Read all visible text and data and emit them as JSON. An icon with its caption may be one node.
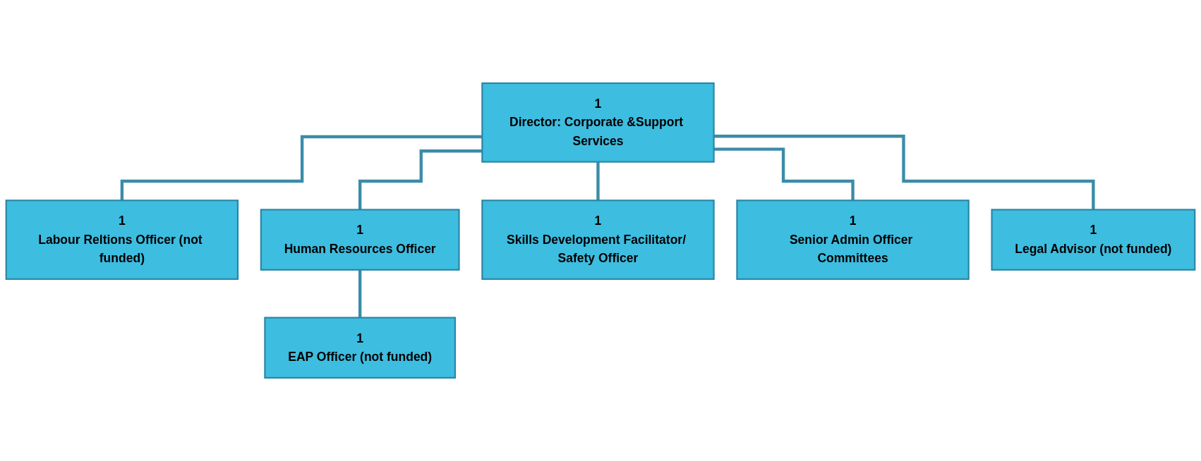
{
  "diagram": {
    "nodes": [
      {
        "text": [
          "1",
          "Director: Corporate &Support Services"
        ]
      },
      {
        "text": [
          "1",
          "Labour Reltions Officer (not funded)"
        ]
      },
      {
        "text": [
          "1",
          "Human Resources Officer"
        ]
      },
      {
        "text": [
          "1",
          "Skills Development Facilitator/ Safety Officer"
        ]
      },
      {
        "text": [
          "1",
          "Senior Admin Officer Committees"
        ]
      },
      {
        "text": [
          "1",
          "Legal Advisor (not funded)"
        ]
      },
      {
        "text": [
          "1",
          "EAP Officer (not funded)"
        ]
      }
    ],
    "edges": [
      {
        "from": 0,
        "to": 1,
        "arrow": "none"
      },
      {
        "from": 0,
        "to": 2,
        "arrow": "none"
      },
      {
        "from": 0,
        "to": 3,
        "arrow": "none"
      },
      {
        "from": 0,
        "to": 4,
        "arrow": "none"
      },
      {
        "from": 0,
        "to": 5,
        "arrow": "none"
      },
      {
        "from": 2,
        "to": 6,
        "arrow": "none"
      }
    ]
  }
}
